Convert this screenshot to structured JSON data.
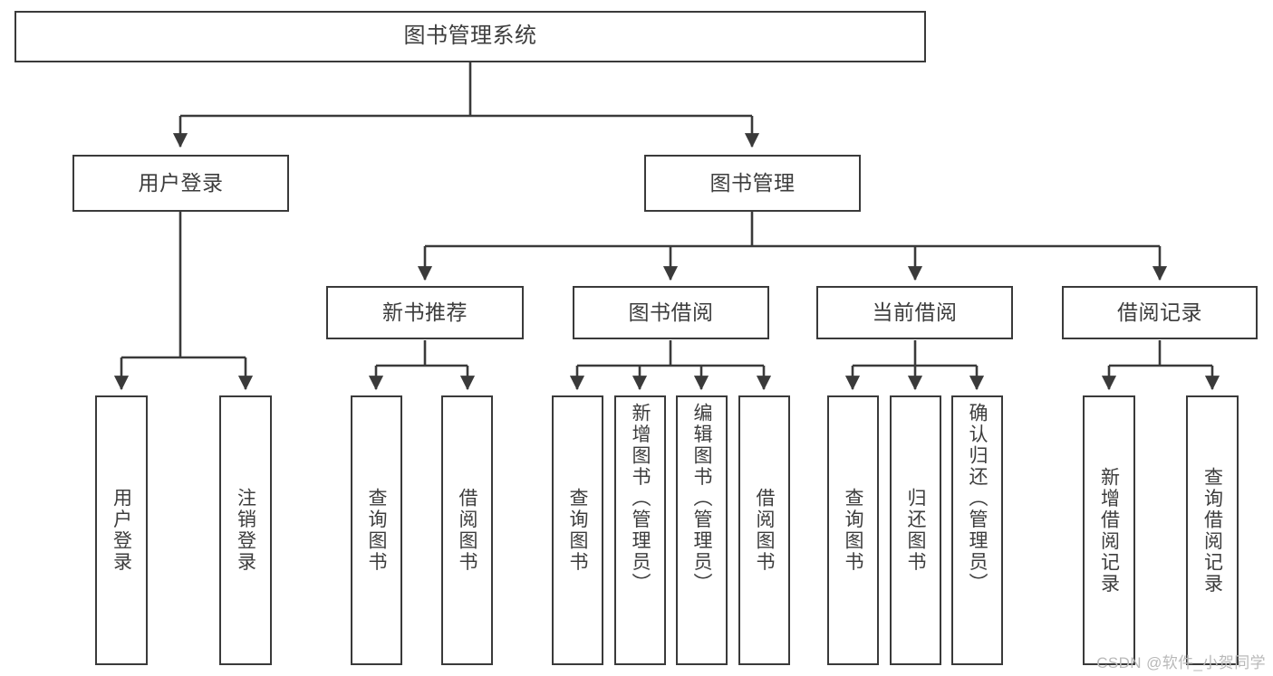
{
  "diagram": {
    "title": "图书管理系统",
    "type": "tree-hierarchy",
    "watermark": "CSDN @软件_小贺同学",
    "colors": {
      "stroke": "#3a3a3a",
      "fill": "#ffffff",
      "text": "#3d3d3d",
      "watermark": "#b9b9b9"
    },
    "levels": {
      "root": {
        "label": "图书管理系统"
      },
      "level2": [
        {
          "id": "user-login",
          "label": "用户登录"
        },
        {
          "id": "book-manage",
          "label": "图书管理"
        }
      ],
      "level3": [
        {
          "id": "new-book-rec",
          "label": "新书推荐",
          "parent": "book-manage"
        },
        {
          "id": "book-borrow",
          "label": "图书借阅",
          "parent": "book-manage"
        },
        {
          "id": "current-borrow",
          "label": "当前借阅",
          "parent": "book-manage"
        },
        {
          "id": "borrow-record",
          "label": "借阅记录",
          "parent": "book-manage"
        }
      ],
      "leaves": {
        "user-login": [
          {
            "id": "leaf-user-login",
            "label": "用户登录"
          },
          {
            "id": "leaf-user-logout",
            "label": "注销登录"
          }
        ],
        "new-book-rec": [
          {
            "id": "leaf-query-book-1",
            "label": "查询图书"
          },
          {
            "id": "leaf-borrow-book-1",
            "label": "借阅图书"
          }
        ],
        "book-borrow": [
          {
            "id": "leaf-query-book-2",
            "label": "查询图书"
          },
          {
            "id": "leaf-add-book",
            "label": "新增图书（管理员）"
          },
          {
            "id": "leaf-edit-book",
            "label": "编辑图书（管理员）"
          },
          {
            "id": "leaf-borrow-book-2",
            "label": "借阅图书"
          }
        ],
        "current-borrow": [
          {
            "id": "leaf-query-book-3",
            "label": "查询图书"
          },
          {
            "id": "leaf-return-book",
            "label": "归还图书"
          },
          {
            "id": "leaf-confirm-return",
            "label": "确认归还（管理员）"
          }
        ],
        "borrow-record": [
          {
            "id": "leaf-add-record",
            "label": "新增借阅记录"
          },
          {
            "id": "leaf-query-record",
            "label": "查询借阅记录"
          }
        ]
      }
    }
  }
}
